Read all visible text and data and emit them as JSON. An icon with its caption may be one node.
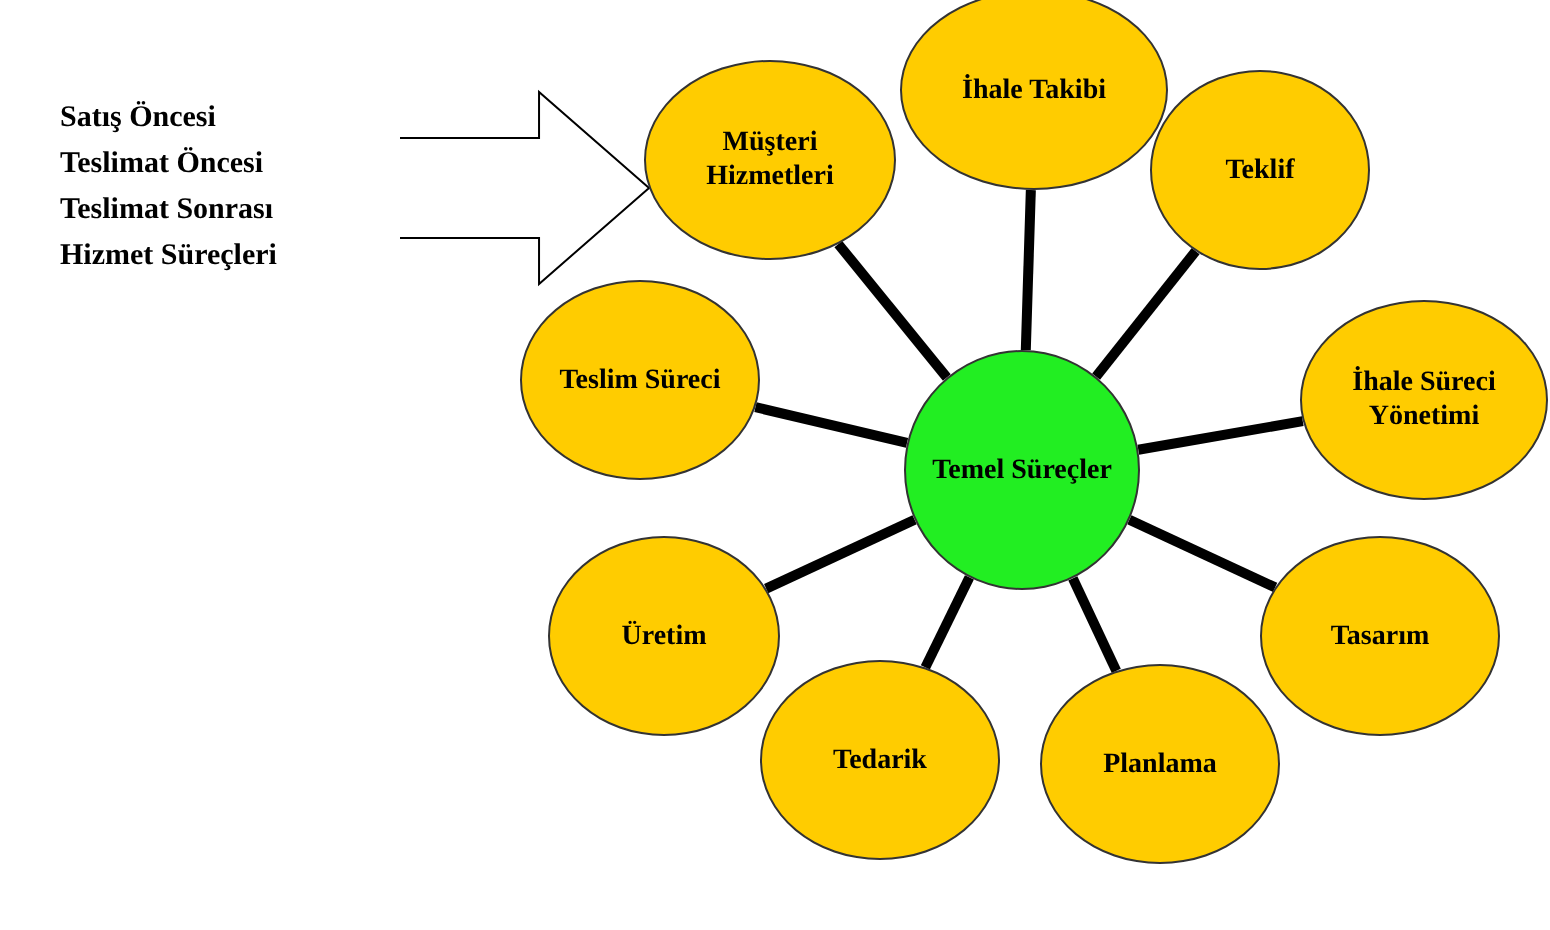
{
  "diagram": {
    "nodes": [
      {
        "text": [
          "Satış Öncesi",
          "Teslimat Öncesi",
          "Teslimat Sonrası",
          "Hizmet Süreçleri"
        ]
      },
      {
        "text": [
          "İhale Takibi"
        ]
      },
      {
        "text": [
          "Müşteri Hizmetleri"
        ]
      },
      {
        "text": [
          "Teklif"
        ]
      },
      {
        "text": [
          "Teslim Süreci"
        ]
      },
      {
        "text": [
          "İhale Süreci Yönetimi"
        ]
      },
      {
        "text": [
          "Temel Süreçler"
        ]
      },
      {
        "text": [
          "Üretim"
        ]
      },
      {
        "text": [
          "Tasarım"
        ]
      },
      {
        "text": [
          "Tedarik"
        ]
      },
      {
        "text": [
          "Planlama"
        ]
      }
    ],
    "edges": [
      {
        "from": 0,
        "to": 2,
        "arrow": "to"
      },
      {
        "from": 6,
        "to": 1,
        "arrow": "none"
      },
      {
        "from": 6,
        "to": 2,
        "arrow": "none"
      },
      {
        "from": 6,
        "to": 3,
        "arrow": "none"
      },
      {
        "from": 6,
        "to": 4,
        "arrow": "none"
      },
      {
        "from": 6,
        "to": 5,
        "arrow": "none"
      },
      {
        "from": 6,
        "to": 7,
        "arrow": "none"
      },
      {
        "from": 6,
        "to": 8,
        "arrow": "none"
      },
      {
        "from": 6,
        "to": 9,
        "arrow": "none"
      },
      {
        "from": 6,
        "to": 10,
        "arrow": "none"
      }
    ]
  }
}
